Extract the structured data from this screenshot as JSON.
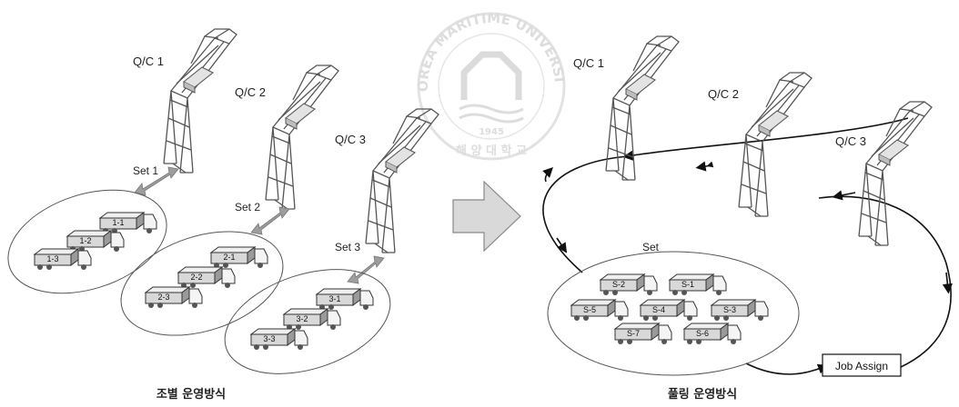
{
  "watermark": {
    "text": "KOREA MARITIME UNIVERSITY",
    "year": "1945",
    "korean": "해 양 대 학 교"
  },
  "left": {
    "cranes": [
      "Q/C 1",
      "Q/C 2",
      "Q/C 3"
    ],
    "sets": [
      "Set 1",
      "Set 2",
      "Set 3"
    ],
    "groups": [
      [
        "1-1",
        "1-2",
        "1-3"
      ],
      [
        "2-1",
        "2-2",
        "2-3"
      ],
      [
        "3-1",
        "3-2",
        "3-3"
      ]
    ],
    "caption": "조별 운영방식"
  },
  "right": {
    "cranes": [
      "Q/C 1",
      "Q/C 2",
      "Q/C 3"
    ],
    "set_label": "Set",
    "trucks": [
      "S-2",
      "S-1",
      "S-5",
      "S-4",
      "S-3",
      "S-7",
      "S-6"
    ],
    "job_assign": "Job Assign",
    "caption": "풀링 운영방식"
  }
}
